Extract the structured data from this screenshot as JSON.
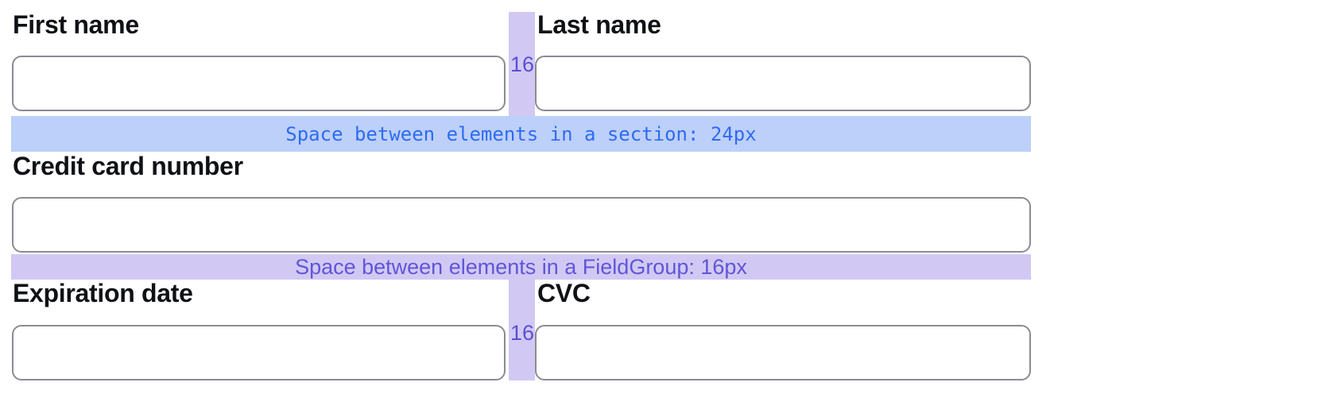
{
  "fields": {
    "first_name": {
      "label": "First name",
      "value": "",
      "placeholder": ""
    },
    "last_name": {
      "label": "Last name",
      "value": "",
      "placeholder": ""
    },
    "credit_card_number": {
      "label": "Credit card number",
      "value": "",
      "placeholder": ""
    },
    "expiration_date": {
      "label": "Expiration date",
      "value": "",
      "placeholder": ""
    },
    "cvc": {
      "label": "CVC",
      "value": "",
      "placeholder": ""
    }
  },
  "annotations": {
    "section_spacer_text": "Space between elements in a section: 24px",
    "fieldgroup_spacer_text": "Space between elements in a FieldGroup: 16px",
    "column_gap_value_top": "16",
    "column_gap_value_bottom": "16"
  },
  "colors": {
    "section_spacer_bg": "#bdd0f9",
    "section_spacer_text": "#2e6bf2",
    "fieldgroup_spacer_bg": "#d1c9f3",
    "fieldgroup_spacer_text": "#6155d8",
    "column_gap_bg": "#d1c9f3",
    "column_gap_value_text": "#5b4fd4",
    "field_label_text": "#0f1115",
    "input_border": "#8b8b94",
    "input_bg": "#ffffff",
    "page_bg": "#ffffff"
  }
}
